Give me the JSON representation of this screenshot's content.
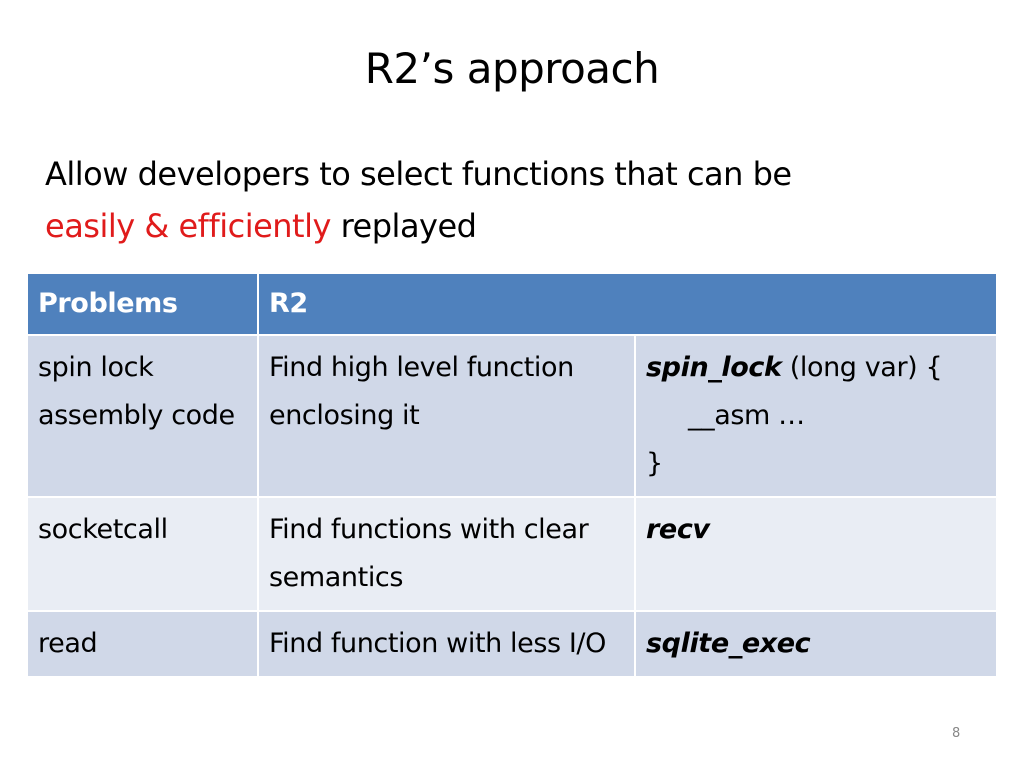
{
  "slide": {
    "title": "R2’s approach",
    "bullet_text_1": "Allow developers to select functions that can be",
    "bullet_highlight": "easily & efficiently",
    "bullet_text_2": " replayed",
    "page_number": "8",
    "accent_color": "#e01b1b",
    "header_color": "#4f81bd"
  },
  "table": {
    "headers": [
      "Problems",
      "R2"
    ],
    "rows": [
      {
        "problem": "spin lock assembly code",
        "approach": "Find high level function enclosing it",
        "example_fn": "spin_lock",
        "example_rest": " (long var) {",
        "example_line2": "__asm …",
        "example_line3": "}"
      },
      {
        "problem": "socketcall",
        "approach": "Find functions with clear semantics",
        "example_fn": "recv"
      },
      {
        "problem": "read",
        "approach": "Find function with less I/O",
        "example_fn": "sqlite_exec"
      }
    ]
  }
}
